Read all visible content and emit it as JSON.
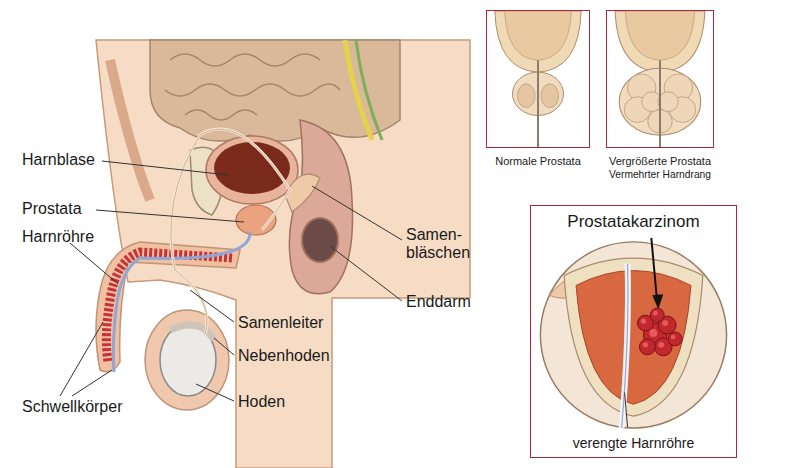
{
  "diagram": {
    "nodes": [
      {
        "text": [
          "Normale Prostata"
        ]
      },
      {
        "text": [
          "Vergrößerte Prostata",
          "Vermehrter Harndrang"
        ]
      },
      {
        "text": [
          "Prostatakarzinom",
          "verengte Harnröhre"
        ]
      }
    ],
    "labels": [
      "Harnblase",
      "Prostata",
      "Harnröhre",
      "Samen- bläschen",
      "Enddarm",
      "Samenleiter",
      "Nebenhoden",
      "Schwellkörper",
      "Hoden"
    ]
  }
}
